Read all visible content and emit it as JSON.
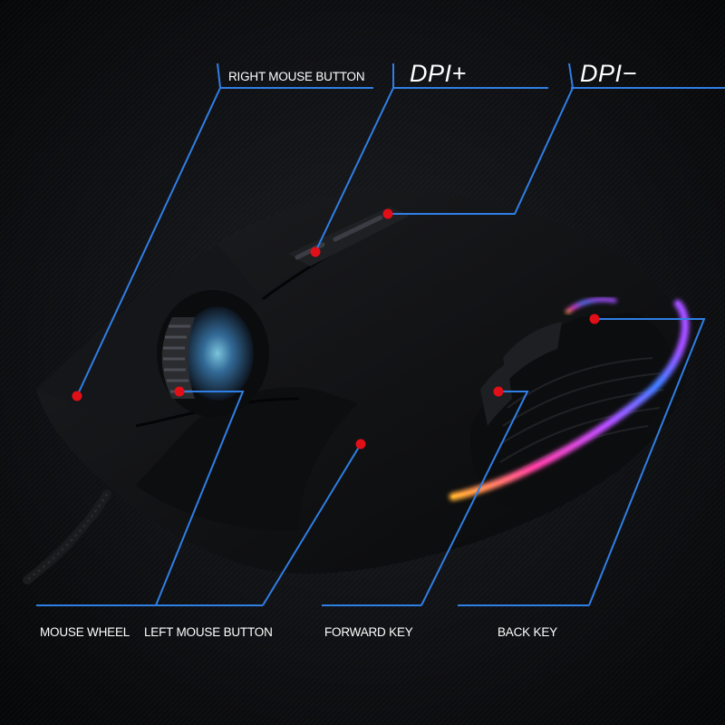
{
  "labels": {
    "right_mouse_button": "RIGHT MOUSE BUTTON",
    "dpi_plus": "DPI+",
    "dpi_minus": "DPI−",
    "mouse_wheel": "MOUSE WHEEL",
    "left_mouse_button": "LEFT MOUSE BUTTON",
    "forward_key": "FORWARD KEY",
    "back_key": "BACK KEY"
  },
  "colors": {
    "background": "#0a0b0d",
    "callout_line": "#2f7fe6",
    "callout_dot": "#e10f18",
    "mouse_body": "#121315",
    "label_text": "#ffffff"
  }
}
